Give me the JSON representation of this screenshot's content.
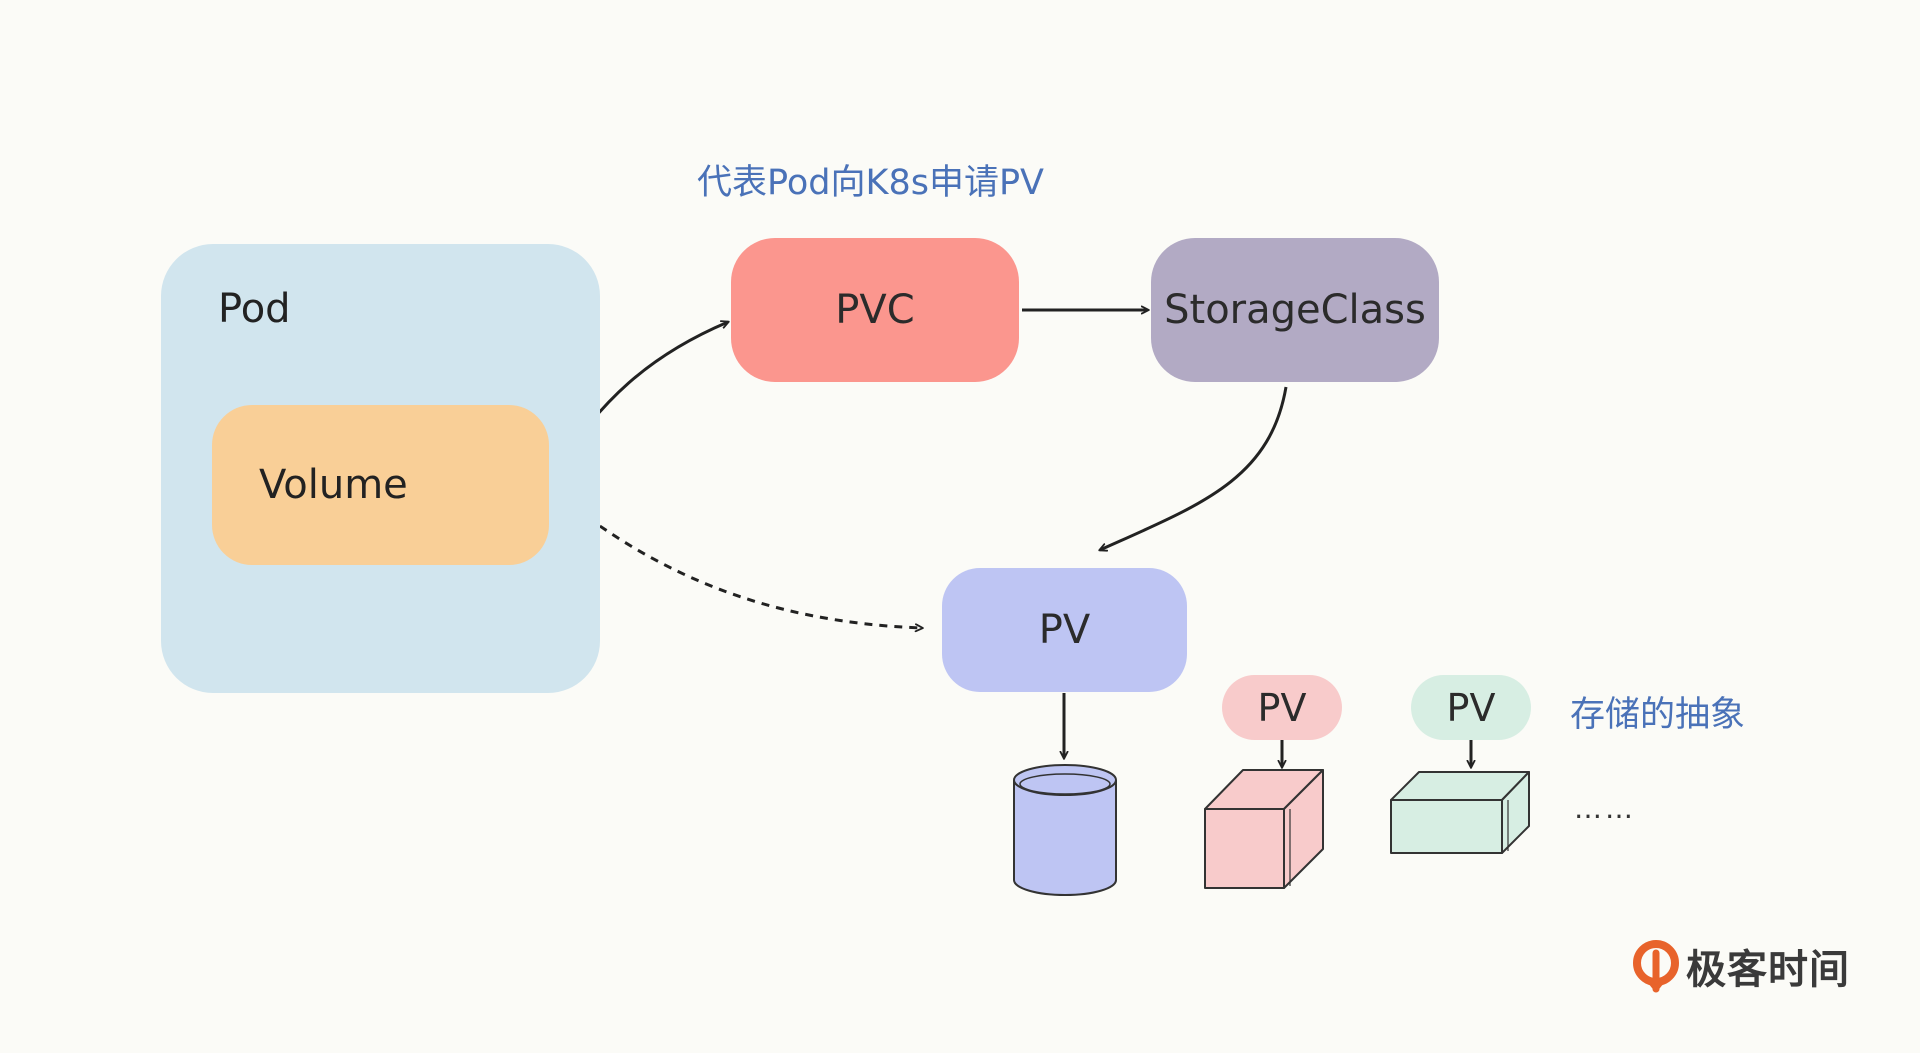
{
  "diagram": {
    "pod_label": "Pod",
    "volume_label": "Volume",
    "pvc_label": "PVC",
    "storageclass_label": "StorageClass",
    "pv_label": "PV",
    "pv_pink_label": "PV",
    "pv_green_label": "PV",
    "pvc_annotation": "代表Pod向K8s申请PV",
    "storage_annotation": "存储的抽象",
    "ellipsis": "……"
  },
  "brand": {
    "name": "极客时间",
    "icon": "geektime-logo-icon"
  },
  "colors": {
    "background": "#fbfbf7",
    "pod": "#d1e5ee",
    "volume": "#f9cf97",
    "pvc": "#fb968e",
    "storageclass": "#b2aac4",
    "pv": "#bec5f3",
    "pv_pink": "#f8cbcb",
    "pv_green": "#d7eee3",
    "annotation_text": "#4a72b8",
    "brand_accent": "#e8632b"
  }
}
